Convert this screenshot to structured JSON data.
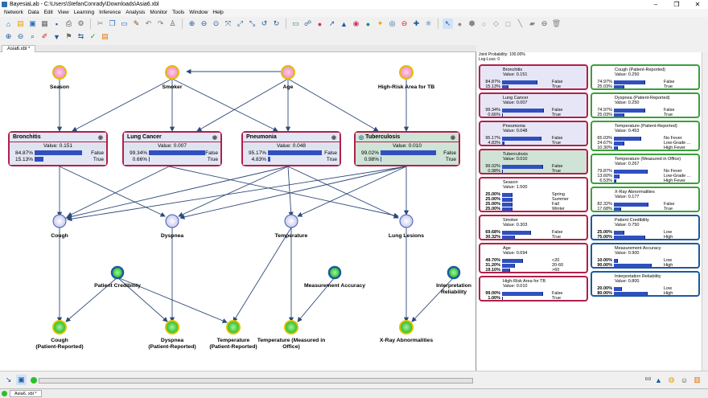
{
  "window": {
    "title": "BayesiaLab - C:\\Users\\StefanConrady\\Downloads\\Asia6.xbl"
  },
  "menu": [
    "Network",
    "Data",
    "Edit",
    "View",
    "Learning",
    "Inference",
    "Analysis",
    "Monitor",
    "Tools",
    "Window",
    "Help"
  ],
  "doc_tab": "Asia6.xbl *",
  "graph": {
    "nodes": {
      "season": "Season",
      "smoker": "Smoker",
      "age": "Age",
      "high_risk": "High-Risk Area for TB",
      "cough": "Cough",
      "dyspnea": "Dyspnea",
      "temperature": "Temperature",
      "lung_lesions": "Lung Lesions",
      "patient_credibility": "Patient Credibility",
      "measurement_accuracy": "Measurement Accuracy",
      "interp_reliability_1": "Interpretation",
      "interp_reliability_2": "Reliability",
      "cough_pr_1": "Cough",
      "cough_pr_2": "(Patient-Reported)",
      "dyspnea_pr_1": "Dyspnea",
      "dyspnea_pr_2": "(Patient-Reported)",
      "temp_pr_1": "Temperature",
      "temp_pr_2": "(Patient-Reported)",
      "temp_office_1": "Temperature (Measured in",
      "temp_office_2": "Office)",
      "xray": "X-Ray Abnormalities"
    },
    "monitors": [
      {
        "name": "Bronchitis",
        "value": "Value: 0.151",
        "rows": [
          {
            "pct": "84.87%",
            "frac": 0.8487,
            "state": "False"
          },
          {
            "pct": "15.13%",
            "frac": 0.1513,
            "state": "True"
          }
        ]
      },
      {
        "name": "Lung Cancer",
        "value": "Value: 0.007",
        "rows": [
          {
            "pct": "99.34%",
            "frac": 0.9934,
            "state": "False"
          },
          {
            "pct": "0.66%",
            "frac": 0.0066,
            "state": "True"
          }
        ]
      },
      {
        "name": "Pneumonia",
        "value": "Value: 0.048",
        "rows": [
          {
            "pct": "95.17%",
            "frac": 0.9517,
            "state": "False"
          },
          {
            "pct": "4.83%",
            "frac": 0.0483,
            "state": "True"
          }
        ]
      },
      {
        "name": "Tuberculosis",
        "value": "Value: 0.010",
        "rows": [
          {
            "pct": "99.02%",
            "frac": 0.9902,
            "state": "False"
          },
          {
            "pct": "0.98%",
            "frac": 0.0098,
            "state": "True"
          }
        ]
      }
    ]
  },
  "panel": {
    "joint_probability": "Joint Probability: 100.00%",
    "log_loss": "Log-Loss: 0",
    "left": [
      {
        "name": "Bronchitis",
        "value": "Value: 0.151",
        "style": "red",
        "rows": [
          [
            "84.87%",
            0.8487,
            "False"
          ],
          [
            "15.13%",
            0.1513,
            "True"
          ]
        ]
      },
      {
        "name": "Lung Cancer",
        "value": "Value: 0.007",
        "style": "red",
        "rows": [
          [
            "99.34%",
            0.9934,
            "False"
          ],
          [
            "0.66%",
            0.0066,
            "True"
          ]
        ]
      },
      {
        "name": "Pneumonia",
        "value": "Value: 0.048",
        "style": "red",
        "rows": [
          [
            "95.17%",
            0.9517,
            "False"
          ],
          [
            "4.83%",
            0.0483,
            "True"
          ]
        ]
      },
      {
        "name": "Tuberculosis",
        "value": "Value: 0.010",
        "style": "redgreen",
        "rows": [
          [
            "99.02%",
            0.9902,
            "False"
          ],
          [
            "0.98%",
            0.0098,
            "True"
          ]
        ]
      },
      {
        "name": "Season",
        "value": "Value: 1.500",
        "style": "pink",
        "rows": [
          [
            "25.00%",
            0.25,
            "Spring"
          ],
          [
            "25.00%",
            0.25,
            "Summer"
          ],
          [
            "25.00%",
            0.25,
            "Fall"
          ],
          [
            "25.00%",
            0.25,
            "Winter"
          ]
        ]
      },
      {
        "name": "Smoker",
        "value": "Value: 0.303",
        "style": "pink",
        "rows": [
          [
            "69.68%",
            0.6968,
            "False"
          ],
          [
            "30.32%",
            0.3032,
            "True"
          ]
        ]
      },
      {
        "name": "Age",
        "value": "Value: 0.694",
        "style": "pink",
        "rows": [
          [
            "49.70%",
            0.497,
            "<20"
          ],
          [
            "31.20%",
            0.312,
            "20-60"
          ],
          [
            "19.10%",
            0.191,
            ">60"
          ]
        ]
      },
      {
        "name": "High-Risk Area for TB",
        "value": "Value: 0.010",
        "style": "pink",
        "rows": [
          [
            "99.00%",
            0.99,
            "False"
          ],
          [
            "1.00%",
            0.01,
            "True"
          ]
        ]
      }
    ],
    "right": [
      {
        "name": "Cough (Patient-Reported)",
        "value": "Value: 0.250",
        "style": "green",
        "rows": [
          [
            "74.97%",
            0.7497,
            "False"
          ],
          [
            "25.03%",
            0.2503,
            "True"
          ]
        ]
      },
      {
        "name": "Dyspnea (Patient-Reported)",
        "value": "Value: 0.250",
        "style": "green",
        "rows": [
          [
            "74.97%",
            0.7497,
            "False"
          ],
          [
            "25.03%",
            0.2503,
            "True"
          ]
        ]
      },
      {
        "name": "Temperature (Patient-Reported)",
        "value": "Value: 0.453",
        "style": "green",
        "rows": [
          [
            "65.03%",
            0.6503,
            "No Fever"
          ],
          [
            "24.67%",
            0.2467,
            "Low-Grade ..."
          ],
          [
            "10.30%",
            0.103,
            "High Fever"
          ]
        ]
      },
      {
        "name": "Temperature (Measured in Office)",
        "value": "Value: 0.267",
        "style": "green",
        "rows": [
          [
            "79.87%",
            0.7987,
            "No Fever"
          ],
          [
            "13.60%",
            0.136,
            "Low-Grade ..."
          ],
          [
            "6.53%",
            0.0653,
            "High Fever"
          ]
        ]
      },
      {
        "name": "X-Ray Abnormalities",
        "value": "Value: 0.177",
        "style": "green",
        "rows": [
          [
            "82.32%",
            0.8232,
            "False"
          ],
          [
            "17.68%",
            0.1768,
            "True"
          ]
        ]
      },
      {
        "name": "Patient Credibility",
        "value": "Value: 0.750",
        "style": "blue",
        "rows": [
          [
            "25.00%",
            0.25,
            "Low"
          ],
          [
            "75.00%",
            0.75,
            "High"
          ]
        ]
      },
      {
        "name": "Measurement Accuracy",
        "value": "Value: 0.900",
        "style": "blue",
        "rows": [
          [
            "10.00%",
            0.1,
            "Low"
          ],
          [
            "90.00%",
            0.9,
            "High"
          ]
        ]
      },
      {
        "name": "Interpretation Reliability",
        "value": "Value: 0.800",
        "style": "blue",
        "rows": [
          [
            "20.00%",
            0.2,
            "Low"
          ],
          [
            "80.00%",
            0.8,
            "High"
          ]
        ]
      }
    ]
  },
  "status": {
    "zoom": "0.0"
  },
  "taskbar": {
    "item": "Asia6. xbl *"
  },
  "colors": {
    "target": "#b0204a",
    "evidence": "#3aa03a",
    "reliability": "#1c5aa0",
    "bar": "#3050c0"
  }
}
